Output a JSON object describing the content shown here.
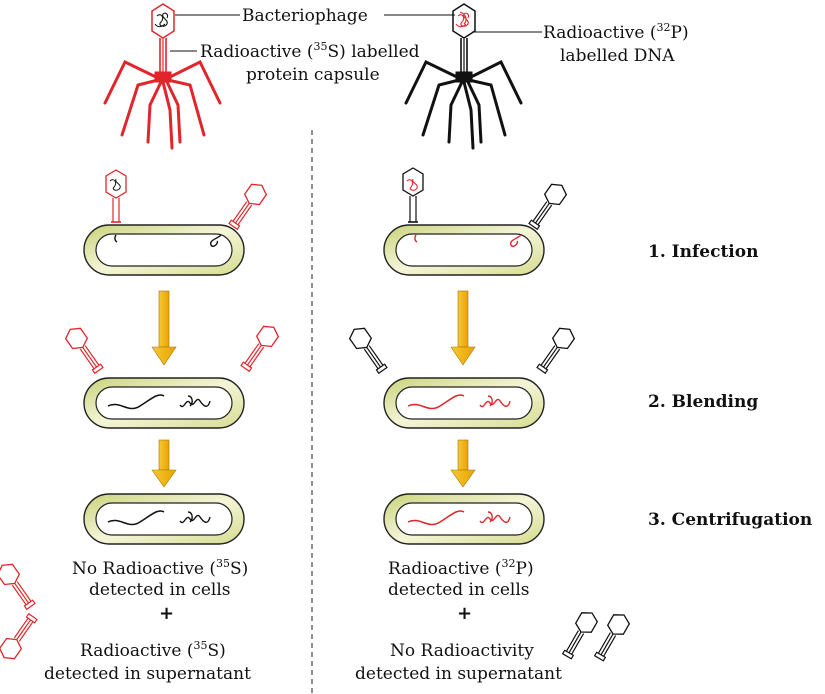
{
  "labels": {
    "bacteriophage": "Bacteriophage",
    "s35_protein_line1_pre": "Radioactive (",
    "s35_sup": "35",
    "s35_protein_line1_post": "S) labelled",
    "s35_protein_line2": "protein capsule",
    "p32_dna_line1_pre": "Radioactive (",
    "p32_sup": "32",
    "p32_dna_line1_post": "P)",
    "p32_dna_line2": "labelled DNA"
  },
  "steps": {
    "infection": "1. Infection",
    "blending": "2. Blending",
    "centrifugation": "3. Centrifugation"
  },
  "results": {
    "left_cells_line1_pre": "No Radioactive (",
    "left_cells_line1_sup": "35",
    "left_cells_line1_post": "S)",
    "left_cells_line2": "detected in cells",
    "plus": "+",
    "left_super_line1_pre": "Radioactive (",
    "left_super_line1_sup": "35",
    "left_super_line1_post": "S)",
    "left_super_line2": "detected in supernatant",
    "right_cells_line1_pre": "Radioactive (",
    "right_cells_line1_sup": "32",
    "right_cells_line1_post": "P)",
    "right_cells_line2": "detected in cells",
    "right_super_line1": "No Radioactivity",
    "right_super_line2": "detected in supernatant"
  },
  "colors": {
    "radioactive": "#e0262b",
    "normal": "#111111",
    "cell_fill": "#e9ecb8",
    "arrow": "#f2b50f"
  }
}
